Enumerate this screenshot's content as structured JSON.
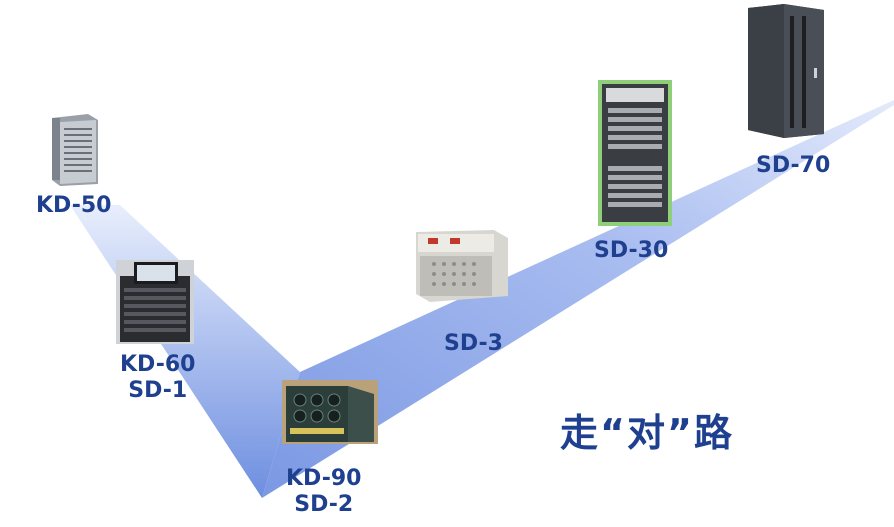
{
  "title": "走“对”路",
  "colors": {
    "label": "#1f3f8f",
    "band_light": "#e6ecfb",
    "band_dark": "#6f8fe0"
  },
  "products": [
    {
      "id": "kd50",
      "lines": [
        "KD-50"
      ],
      "icon": "tower-server-icon"
    },
    {
      "id": "kd60",
      "lines": [
        "KD-60",
        "SD-1"
      ],
      "icon": "rack-cabinet-with-monitor-icon"
    },
    {
      "id": "kd90",
      "lines": [
        "KD-90",
        "SD-2"
      ],
      "icon": "fan-chassis-icon"
    },
    {
      "id": "sd3",
      "lines": [
        "SD-3"
      ],
      "icon": "power-supply-unit-icon"
    },
    {
      "id": "sd30",
      "lines": [
        "SD-30"
      ],
      "icon": "open-rack-icon"
    },
    {
      "id": "sd70",
      "lines": [
        "SD-70"
      ],
      "icon": "supercomputer-cabinet-icon"
    }
  ]
}
